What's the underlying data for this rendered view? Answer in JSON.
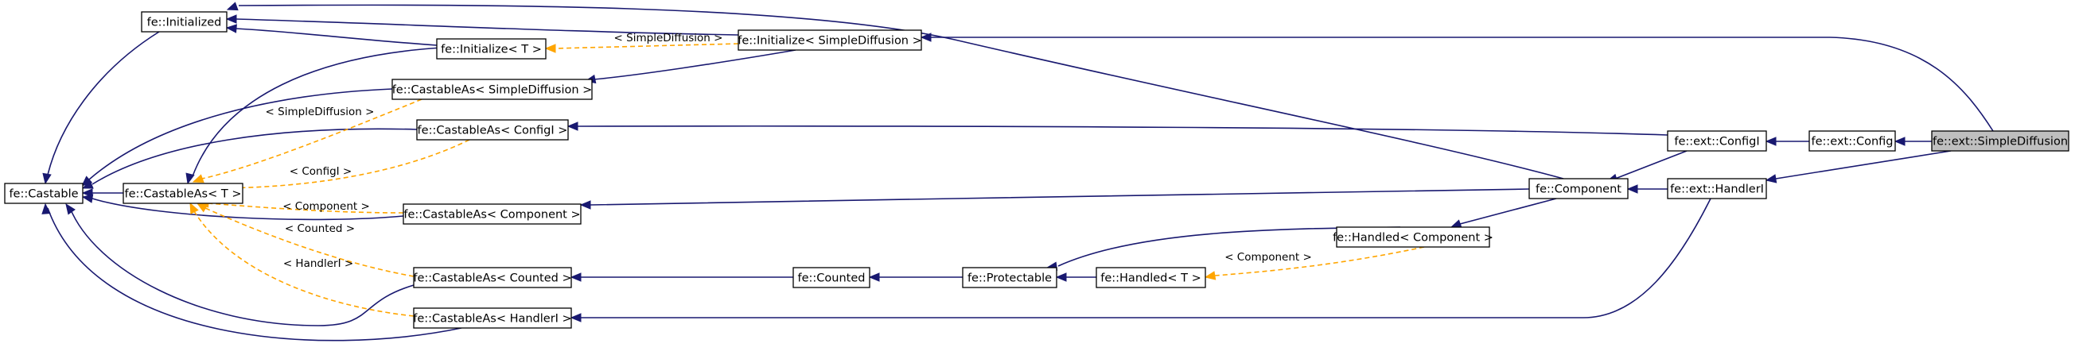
{
  "colors": {
    "inheritance_edge": "#191970",
    "template_edge": "#ffa500",
    "focus_node_fill": "#bfbfbf",
    "node_fill": "#ffffff"
  },
  "nodes": {
    "simple_diffusion": "fe::ext::SimpleDiffusion",
    "config": "fe::ext::Config",
    "config_i": "fe::ext::ConfigI",
    "handler_i": "fe::ext::HandlerI",
    "component": "fe::Component",
    "handled_component": "fe::Handled< Component >",
    "handled_t": "fe::Handled< T >",
    "protectable": "fe::Protectable",
    "counted": "fe::Counted",
    "castable_as_counted": "fe::CastableAs< Counted >",
    "castable_as_handler_i": "fe::CastableAs< HandlerI >",
    "castable_as_component": "fe::CastableAs< Component >",
    "castable_as_config_i": "fe::CastableAs< ConfigI >",
    "castable_as_simple_diffusion": "fe::CastableAs< SimpleDiffusion >",
    "castable_as_t": "fe::CastableAs< T >",
    "castable": "fe::Castable",
    "initialized": "fe::Initialized",
    "initialize_t": "fe::Initialize< T >",
    "initialize_simple_diffusion": "fe::Initialize< SimpleDiffusion >"
  },
  "edge_labels": {
    "simple_diffusion": "< SimpleDiffusion >",
    "simple_diffusion_castable": "< SimpleDiffusion >",
    "config_i": "< ConfigI >",
    "component": "< Component >",
    "counted": "< Counted >",
    "handler_i": "< HandlerI >",
    "handled_component": "< Component >"
  }
}
